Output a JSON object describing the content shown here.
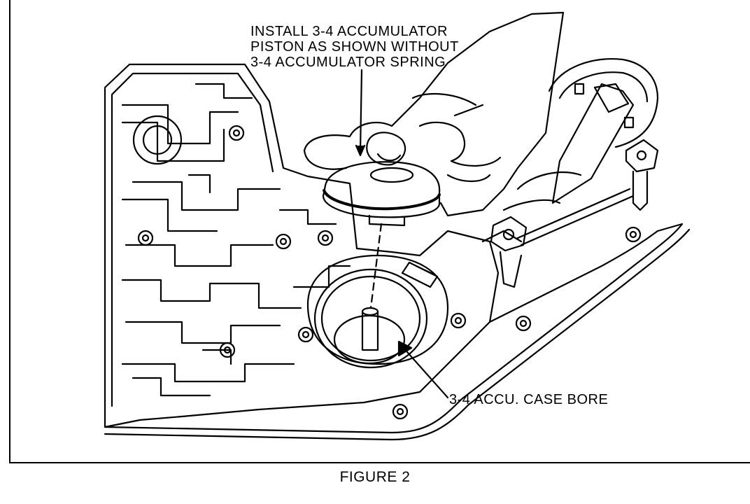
{
  "callouts": {
    "install_lines": [
      "INSTALL 3-4 ACCUMULATOR",
      "PISTON AS SHOWN WITHOUT",
      "3-4 ACCUMULATOR SPRING"
    ],
    "case_bore": "3-4 ACCU. CASE BORE"
  },
  "caption": "FIGURE 2",
  "colors": {
    "ink": "#000000",
    "paper": "#ffffff"
  },
  "illustration": {
    "subject": "transmission valve body with 3-4 accumulator piston being installed by hand into case bore",
    "parts": [
      "valve-body",
      "case-bore",
      "accumulator-piston",
      "hand",
      "pin",
      "bolts",
      "ratchet-wrench",
      "flange"
    ]
  }
}
